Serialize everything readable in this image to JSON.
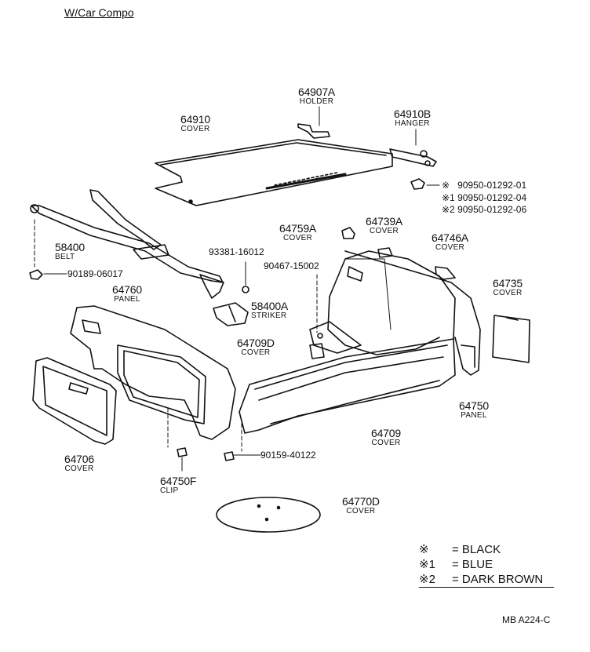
{
  "title": "W/Car Compo",
  "reference": "MB A224-C",
  "parts": [
    {
      "number": "64907A",
      "name": "HOLDER"
    },
    {
      "number": "64910",
      "name": "COVER"
    },
    {
      "number": "64910B",
      "name": "HANGER"
    },
    {
      "number": "58400",
      "name": "BELT"
    },
    {
      "number": "64759A",
      "name": "COVER"
    },
    {
      "number": "64739A",
      "name": "COVER"
    },
    {
      "number": "64746A",
      "name": "COVER"
    },
    {
      "number": "64735",
      "name": "COVER"
    },
    {
      "number": "64760",
      "name": "PANEL"
    },
    {
      "number": "58400A",
      "name": "STRIKER"
    },
    {
      "number": "64709D",
      "name": "COVER"
    },
    {
      "number": "64750",
      "name": "PANEL"
    },
    {
      "number": "64709",
      "name": "COVER"
    },
    {
      "number": "64706",
      "name": "COVER"
    },
    {
      "number": "64750F",
      "name": "CLIP"
    },
    {
      "number": "64770D",
      "name": "COVER"
    }
  ],
  "fasteners": [
    {
      "mark": "※",
      "number": "90950-01292-01"
    },
    {
      "mark": "※1",
      "number": "90950-01292-04"
    },
    {
      "mark": "※2",
      "number": "90950-01292-06"
    },
    {
      "mark": "",
      "number": "90189-06017"
    },
    {
      "mark": "",
      "number": "93381-16012"
    },
    {
      "mark": "",
      "number": "90467-15002"
    },
    {
      "mark": "",
      "number": "90159-40122"
    }
  ],
  "legend": [
    {
      "mark": "※",
      "text": "= BLACK"
    },
    {
      "mark": "※1",
      "text": "= BLUE"
    },
    {
      "mark": "※2",
      "text": "= DARK BROWN"
    }
  ]
}
